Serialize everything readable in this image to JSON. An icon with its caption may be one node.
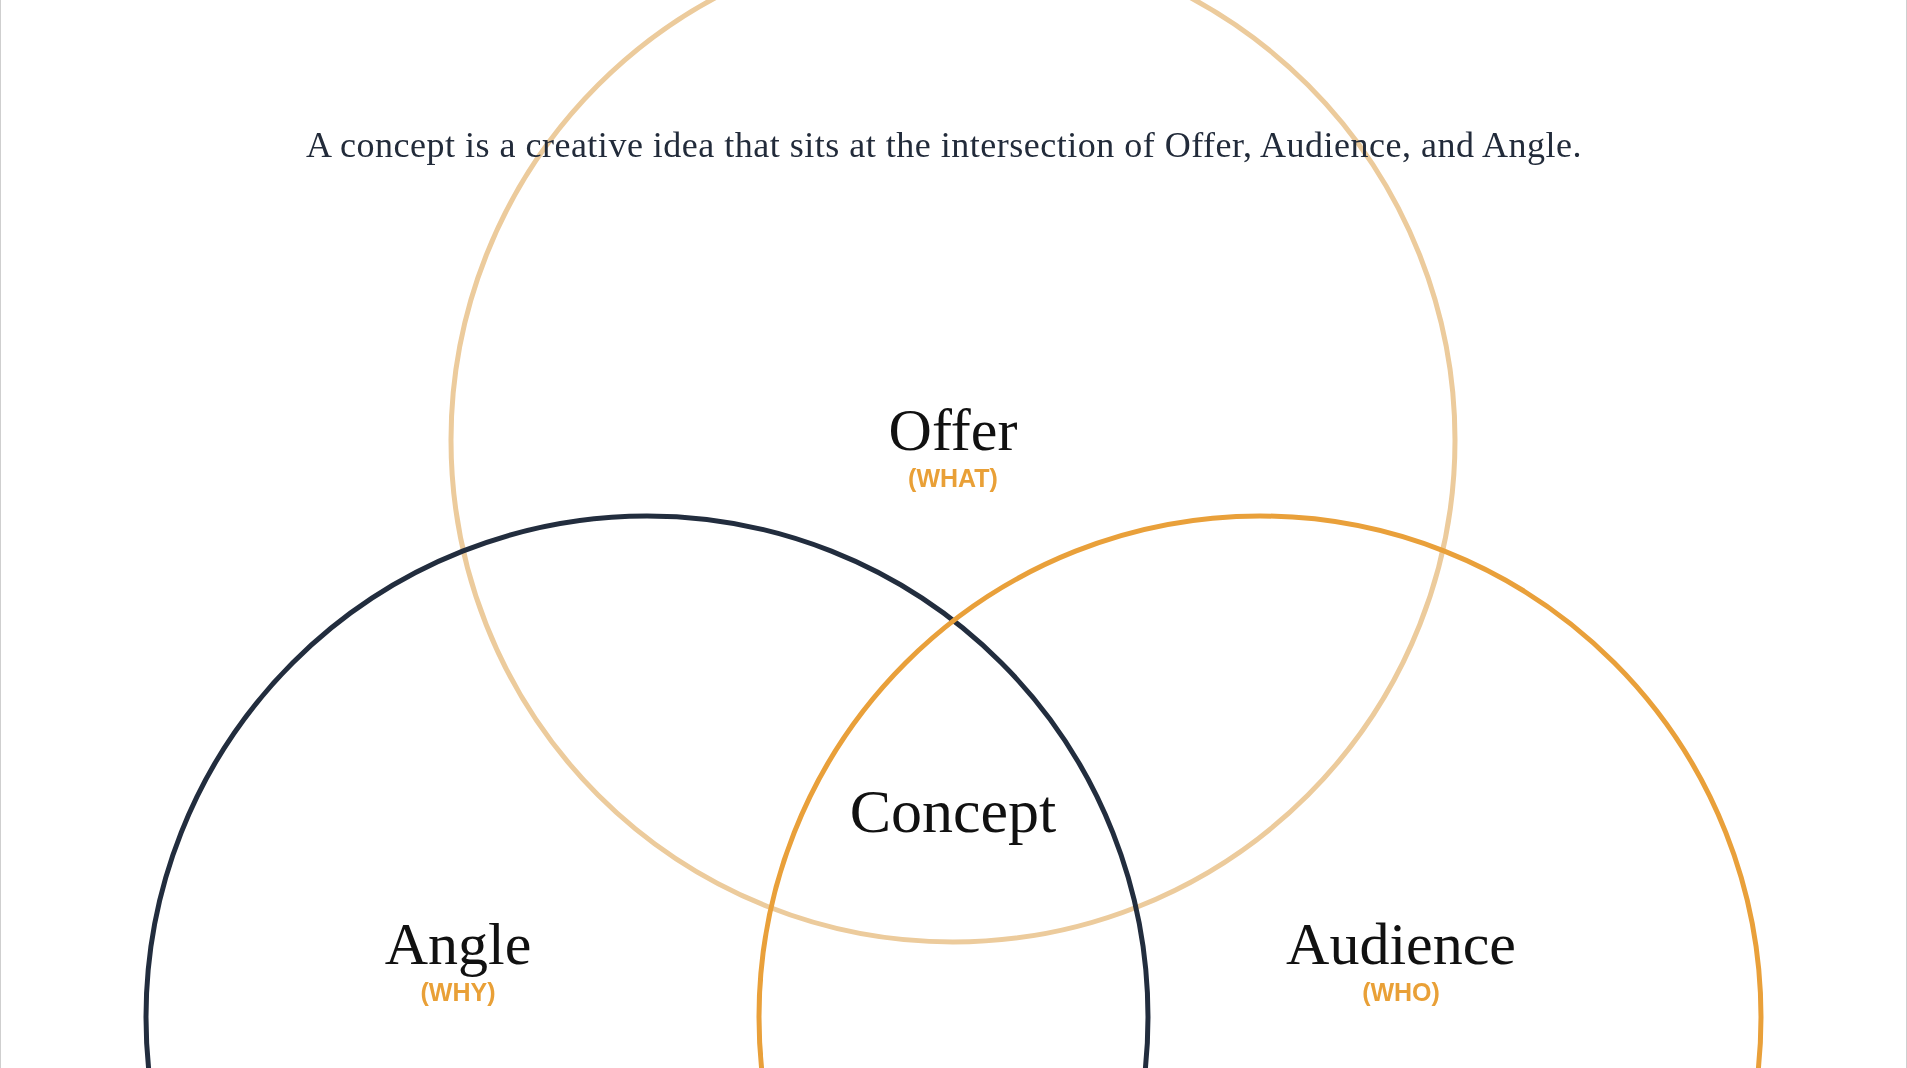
{
  "diagram": {
    "title": "A concept is a creative idea that sits at the intersection of Offer, Audience, and Angle.",
    "nodes": [
      {
        "text": [
          "Offer",
          "(WHAT)"
        ]
      },
      {
        "text": [
          "Angle",
          "(WHY)"
        ]
      },
      {
        "text": [
          "Audience",
          "(WHO)"
        ]
      }
    ],
    "labels": [
      "Concept"
    ]
  }
}
